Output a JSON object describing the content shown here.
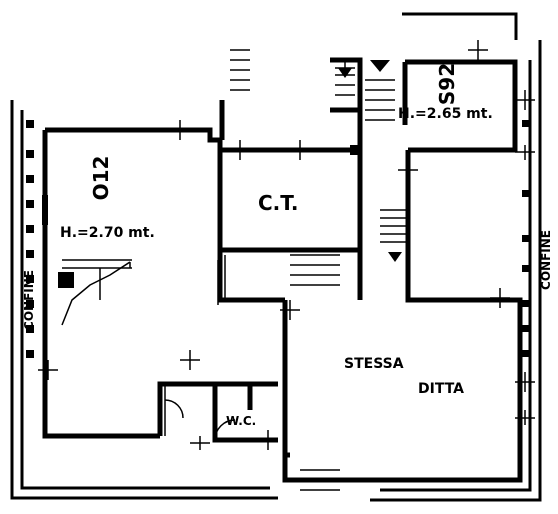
{
  "floor_plan": {
    "labels": {
      "room_left_code": "O12",
      "room_left_height": "H.=2.70 mt.",
      "room_top_right_code": "S92",
      "room_top_right_height": "H.=2.65 mt.",
      "boiler_room": "C.T.",
      "main_room_line1": "STESSA",
      "main_room_line2": "DITTA",
      "wc": "W.C."
    },
    "left_neighbor_text": "CONFINE",
    "right_neighbor_text": "CONFINE"
  }
}
